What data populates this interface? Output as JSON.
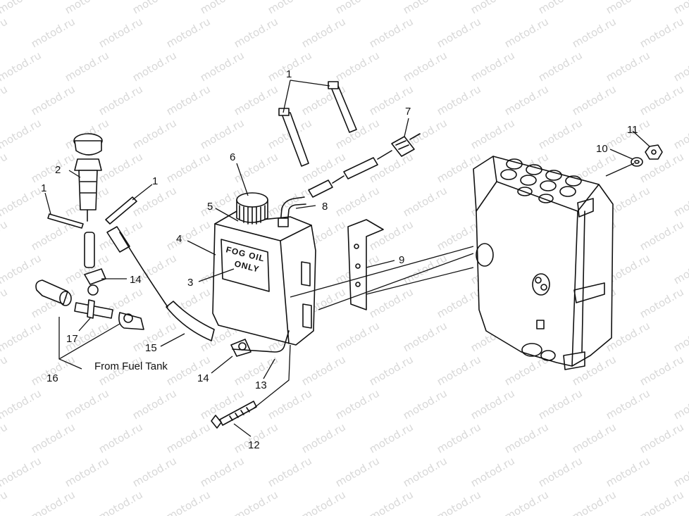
{
  "watermark": {
    "text": "motod.ru",
    "color": "#d8d8d8"
  },
  "tank_label": {
    "line1": "FOG OIL",
    "line2": "ONLY"
  },
  "caption": "From Fuel Tank",
  "callouts": [
    {
      "id": "c1a",
      "label": "1"
    },
    {
      "id": "c1b",
      "label": "1"
    },
    {
      "id": "c1c",
      "label": "1"
    },
    {
      "id": "c2",
      "label": "2"
    },
    {
      "id": "c3",
      "label": "3"
    },
    {
      "id": "c4",
      "label": "4"
    },
    {
      "id": "c5",
      "label": "5"
    },
    {
      "id": "c6",
      "label": "6"
    },
    {
      "id": "c7",
      "label": "7"
    },
    {
      "id": "c8",
      "label": "8"
    },
    {
      "id": "c9",
      "label": "9"
    },
    {
      "id": "c10",
      "label": "10"
    },
    {
      "id": "c11",
      "label": "11"
    },
    {
      "id": "c12",
      "label": "12"
    },
    {
      "id": "c13",
      "label": "13"
    },
    {
      "id": "c14a",
      "label": "14"
    },
    {
      "id": "c14b",
      "label": "14"
    },
    {
      "id": "c15",
      "label": "15"
    },
    {
      "id": "c16",
      "label": "16"
    },
    {
      "id": "c17",
      "label": "17"
    }
  ]
}
